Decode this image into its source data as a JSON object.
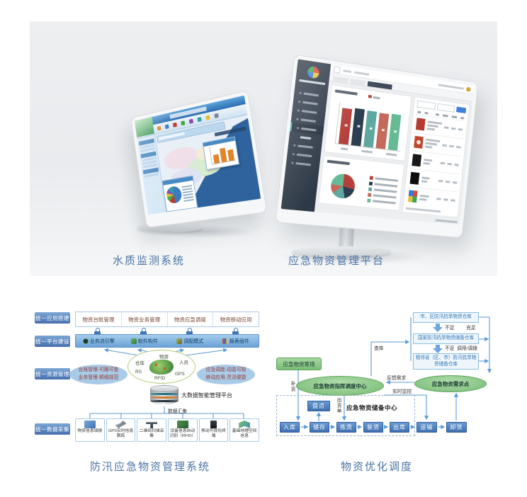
{
  "colors": {
    "caption": "#4a74a6",
    "arrow_blue": "#5b9bd5",
    "flow_box_blue": "#3f6fae",
    "diagram_green": "#78bd76",
    "side_label_blue": "#476fae",
    "dashboard_palette": [
      "#b5413c",
      "#2c3e50",
      "#5fa8a2",
      "#c4695c",
      "#66bb94"
    ],
    "gis_bar_orange": "#e0862c",
    "gis_pie": [
      "#3a7bbf",
      "#c0392b",
      "#4aa34a",
      "#e0c030",
      "#8a4ab0",
      "#2fa0a8"
    ]
  },
  "photo": {
    "caption_left": "水质监测系统",
    "caption_right": "应急物资管理平台"
  },
  "left_diagram": {
    "caption": "防汛应急物资管理系统",
    "side_labels": [
      "统一应用搭建",
      "统一平台建设",
      "统一资源管理",
      "统一数据采集"
    ],
    "app_row": [
      "物资台账管理",
      "物资业务管理",
      "物资应急调度",
      "物资移动应用"
    ],
    "platform_row": [
      "业务流引擎",
      "软件构件",
      "调配模式",
      "报表组件"
    ],
    "resource_labels": {
      "top": "物资",
      "left_upper": "仓库",
      "right_upper": "人员",
      "left_lower": "RS",
      "bottom": "RFID",
      "right_lower": "GPS"
    },
    "left_ellipse_lines": [
      "台账管理-可圈可查",
      "业务管理-精细规范"
    ],
    "right_ellipse_lines": [
      "应急调度-动态可视",
      "移动应用-灵活便捷"
    ],
    "platform_label": "大数据智能管理平台",
    "collect_label": "数据汇集",
    "collect_row": [
      "物资信息填报",
      "GPS实时信息跟踪",
      "二维码扫描采集",
      "设备信息自动识别（RFID）",
      "移动可视化终端",
      "基础地理空间信息"
    ]
  },
  "right_diagram": {
    "caption": "物资优化调度",
    "source_box": "应急物资筹措",
    "dispatch_center": "应急物资指挥调度中心",
    "demand_point": "应急物资需求点",
    "warehouses": [
      "市、区防汛抗旱物资仓库",
      "国家防汛抗旱物资储备仓库",
      "相邻省（区、市）防汛抗旱物资储备仓库"
    ],
    "labels": {
      "insufficient_1": "不足",
      "sufficient": "充足",
      "insufficient_2": "不足",
      "transfer": "调用/调拨",
      "check_store": "查库",
      "feedback": "反馈需求",
      "monitor": "实时监控",
      "replenish": "补货",
      "ship_order": "出货单",
      "stocktake": "盘点",
      "center_title": "应急物资储备中心"
    },
    "flow": [
      "入库",
      "储存",
      "拣货",
      "装货",
      "出库",
      "运输",
      "卸货"
    ]
  }
}
